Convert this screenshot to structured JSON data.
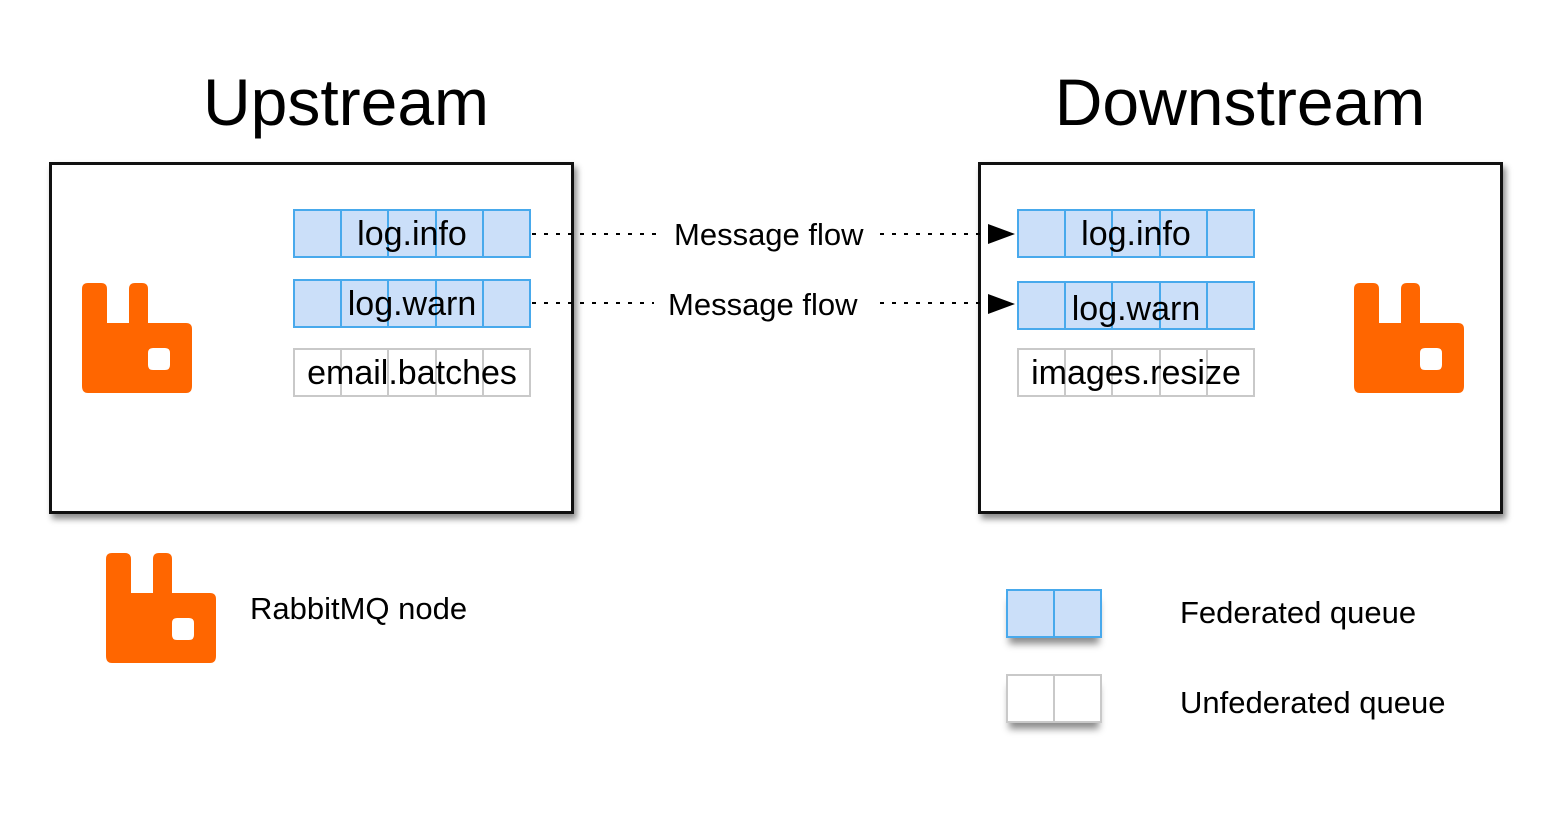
{
  "headings": {
    "upstream": "Upstream",
    "downstream": "Downstream"
  },
  "upstream_queues": [
    {
      "label": "log.info",
      "federated": true
    },
    {
      "label": "log.warn",
      "federated": true
    },
    {
      "label": "email.batches",
      "federated": false
    }
  ],
  "downstream_queues": [
    {
      "label": "log.info",
      "federated": true
    },
    {
      "label": "log.warn",
      "federated": true
    },
    {
      "label": "images.resize",
      "federated": false
    }
  ],
  "flows": [
    {
      "label": "Message flow"
    },
    {
      "label": "Message flow"
    }
  ],
  "legend": {
    "node_label": "RabbitMQ node",
    "federated_label": "Federated queue",
    "unfederated_label": "Unfederated queue"
  },
  "colors": {
    "logo": "#ff6600",
    "federated_fill": "#cbdff9",
    "federated_border": "#48a9ec",
    "unfederated_border": "#c9c9c9"
  },
  "icons": {
    "node": "rabbitmq-logo-icon",
    "arrow": "arrow-head-icon"
  }
}
